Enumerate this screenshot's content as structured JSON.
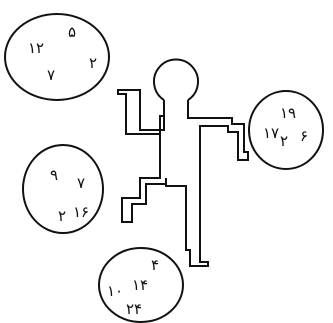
{
  "colors": {
    "stroke": "#111111",
    "background": "#ffffff"
  },
  "groups": [
    {
      "id": "top-left",
      "numbers": [
        "۵",
        "۱۲",
        "۲",
        "۷"
      ]
    },
    {
      "id": "right",
      "numbers": [
        "۱۹",
        "۱۷",
        "۲",
        "۶"
      ]
    },
    {
      "id": "left-middle",
      "numbers": [
        "۹",
        "۷",
        "۲",
        "۱۶"
      ]
    },
    {
      "id": "bottom",
      "numbers": [
        "۴",
        "۱۰",
        "۱۴",
        "۲۴"
      ]
    }
  ]
}
